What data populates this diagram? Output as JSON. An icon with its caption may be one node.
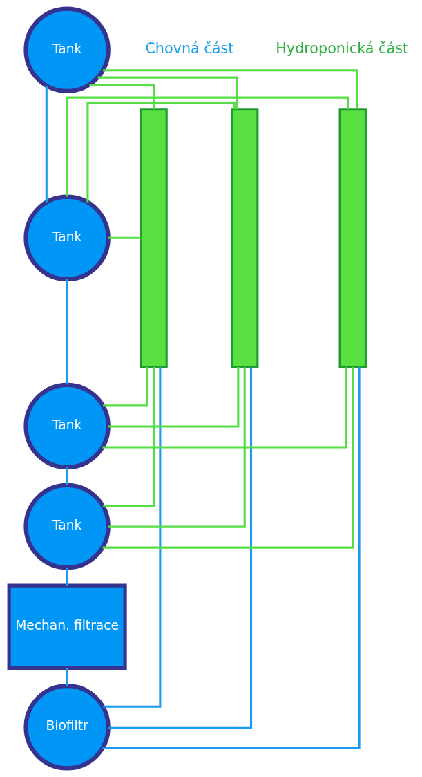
{
  "diagram": {
    "nodes": [
      {
        "text": [
          "Tank"
        ]
      },
      {
        "text": [
          "Tank"
        ]
      },
      {
        "text": [
          "Tank"
        ]
      },
      {
        "text": [
          "Tank"
        ]
      },
      {
        "text": [
          "Mechan. filtrace"
        ]
      },
      {
        "text": [
          "Biofiltr"
        ]
      },
      {
        "text": [],
        "shape": "bar"
      },
      {
        "text": [],
        "shape": "bar"
      },
      {
        "text": [],
        "shape": "bar"
      }
    ],
    "edges": [
      {
        "from": 0,
        "to": 1,
        "arrow": "none",
        "color": "#1a9bf0"
      },
      {
        "from": 1,
        "to": 2,
        "arrow": "none",
        "color": "#1a9bf0"
      },
      {
        "from": 2,
        "to": 3,
        "arrow": "none",
        "color": "#1a9bf0"
      },
      {
        "from": 3,
        "to": 4,
        "arrow": "none",
        "color": "#1a9bf0"
      },
      {
        "from": 4,
        "to": 5,
        "arrow": "none",
        "color": "#1a9bf0"
      },
      {
        "from": 5,
        "to": 6,
        "arrow": "none",
        "color": "#1a9bf0"
      },
      {
        "from": 5,
        "to": 7,
        "arrow": "none",
        "color": "#1a9bf0"
      },
      {
        "from": 5,
        "to": 8,
        "arrow": "none",
        "color": "#1a9bf0"
      },
      {
        "from": 6,
        "to": 0,
        "arrow": "none"
      },
      {
        "from": 6,
        "to": 1,
        "arrow": "none"
      },
      {
        "from": 6,
        "to": 2,
        "arrow": "none"
      },
      {
        "from": 6,
        "to": 3,
        "arrow": "none"
      },
      {
        "from": 7,
        "to": 0,
        "arrow": "none"
      },
      {
        "from": 7,
        "to": 1,
        "arrow": "none"
      },
      {
        "from": 7,
        "to": 2,
        "arrow": "none"
      },
      {
        "from": 7,
        "to": 3,
        "arrow": "none"
      },
      {
        "from": 8,
        "to": 0,
        "arrow": "none"
      },
      {
        "from": 8,
        "to": 1,
        "arrow": "none"
      },
      {
        "from": 8,
        "to": 2,
        "arrow": "none"
      },
      {
        "from": 8,
        "to": 3,
        "arrow": "none"
      }
    ],
    "labels": [
      "Chovná část",
      "Hydroponická část"
    ]
  }
}
